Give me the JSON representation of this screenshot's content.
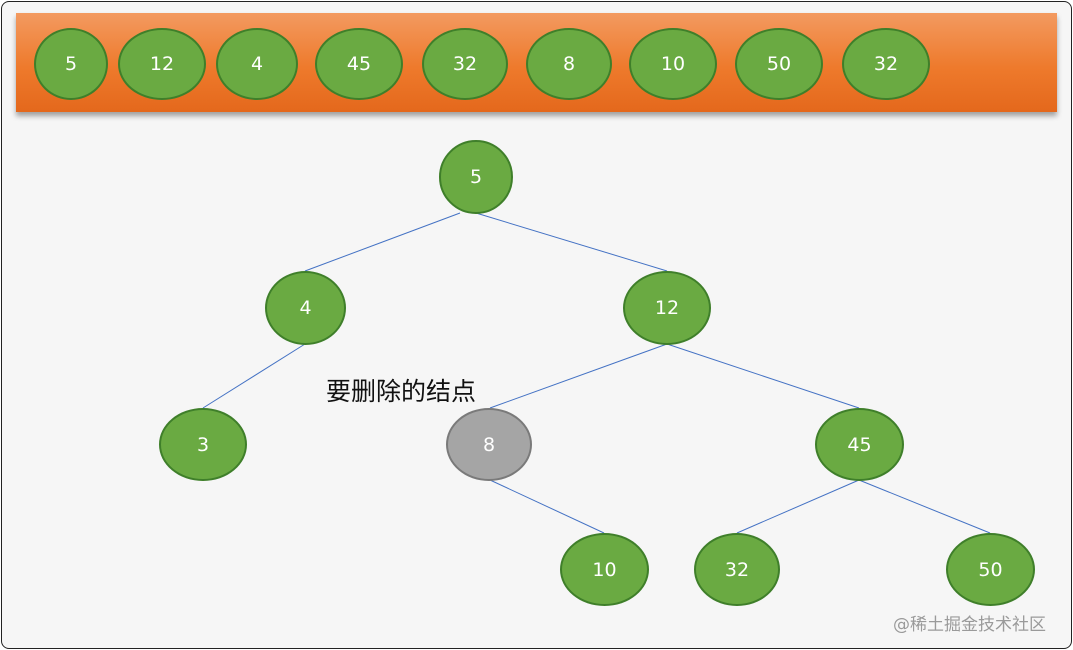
{
  "array": {
    "items": [
      "5",
      "12",
      "4",
      "45",
      "32",
      "8",
      "10",
      "50",
      "32"
    ]
  },
  "tree": {
    "nodes": {
      "root": "5",
      "n4": "4",
      "n12": "12",
      "n3": "3",
      "n8": "8",
      "n45": "45",
      "n10": "10",
      "n32": "32",
      "n50": "50"
    },
    "edges": [
      [
        "root",
        "n4"
      ],
      [
        "root",
        "n12"
      ],
      [
        "n4",
        "n3"
      ],
      [
        "n12",
        "n8"
      ],
      [
        "n12",
        "n45"
      ],
      [
        "n8",
        "n10"
      ],
      [
        "n45",
        "n32"
      ],
      [
        "n45",
        "n50"
      ]
    ],
    "highlighted_node": "n8"
  },
  "annotation": "要删除的结点",
  "watermark": "@稀土掘金技术社区",
  "colors": {
    "node_fill": "#6aaa42",
    "node_border": "#3f7f2a",
    "deleted_fill": "#a5a5a5",
    "edge": "#4472c4",
    "banner": "#ee7a2c"
  }
}
